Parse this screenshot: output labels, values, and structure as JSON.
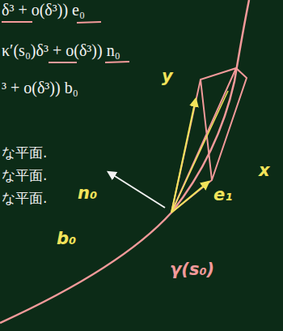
{
  "diagram": {
    "labels": [
      "δ³ + o(δ³)) e₀",
      "κ′(s₀)δ³ + o(δ³)) n₀",
      "³ + o(δ³)) b₀",
      "な平面.",
      "な平面.",
      "な平面.",
      "y",
      "x",
      "n₀",
      "e₁",
      "b₀",
      "γ(s₀)"
    ]
  }
}
